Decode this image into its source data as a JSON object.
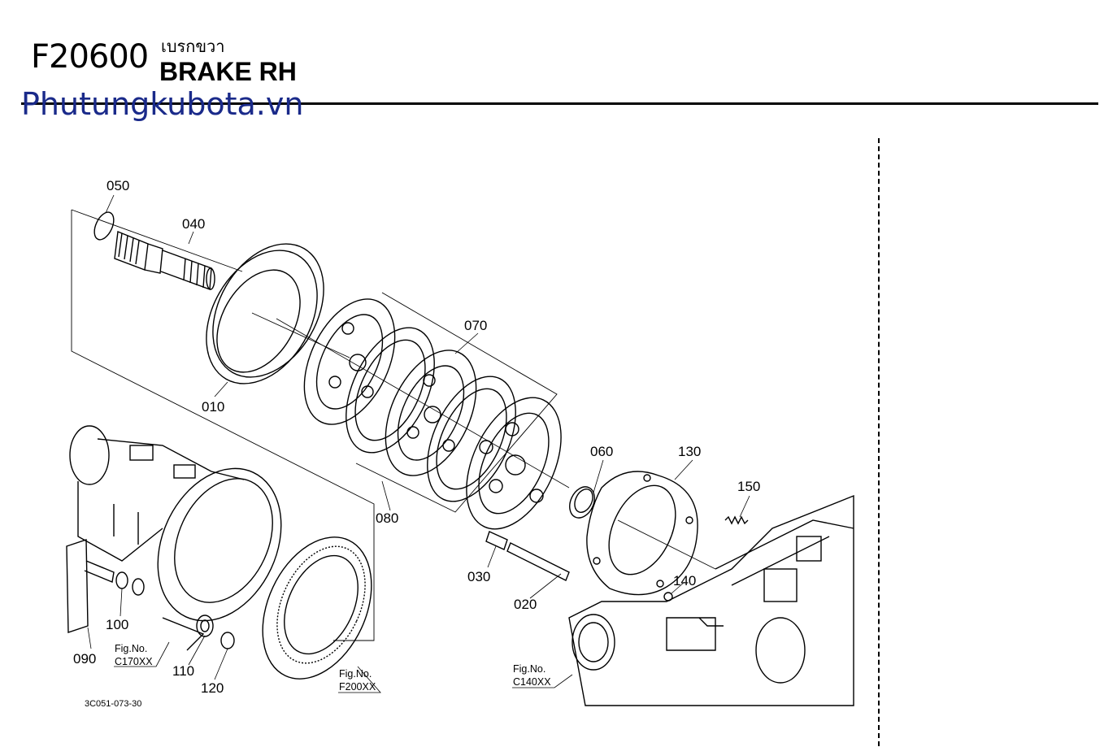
{
  "header": {
    "code": "F20600",
    "title_thai": "เบรกขวา",
    "title": "BRAKE RH",
    "watermark": "Phutungkubota.vn"
  },
  "parts": {
    "p010": "010",
    "p020": "020",
    "p030": "030",
    "p040": "040",
    "p050": "050",
    "p060": "060",
    "p070": "070",
    "p080": "080",
    "p090": "090",
    "p100": "100",
    "p110": "110",
    "p120": "120",
    "p130": "130",
    "p140": "140",
    "p150": "150"
  },
  "references": {
    "ref_c170": {
      "label": "Fig.No.",
      "code": "C170XX"
    },
    "ref_f200": {
      "label": "Fig.No.",
      "code": "F200XX"
    },
    "ref_c140": {
      "label": "Fig.No.",
      "code": "C140XX"
    }
  },
  "drawing_number": "3C051-073-30"
}
